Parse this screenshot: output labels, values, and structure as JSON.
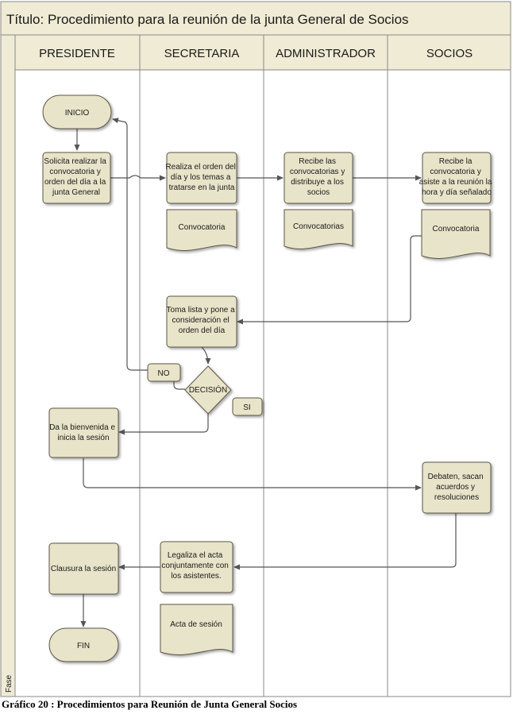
{
  "title": "Título:  Procedimiento para la reunión de la junta General de Socios",
  "phase_label": "Fase",
  "lanes": [
    "PRESIDENTE",
    "SECRETARIA",
    "ADMINISTRADOR",
    "SOCIOS"
  ],
  "nodes": {
    "inicio": "INICIO",
    "solicita": [
      "Solicita realizar la",
      "convocatoria y",
      "orden del día a la",
      "junta  General"
    ],
    "realiza": [
      "Realiza el orden del",
      "día y los temas a",
      "tratarse en la junta"
    ],
    "doc_convocatoria_sec": "Convocatoria",
    "recibe_adm": [
      "Recibe las",
      "convocatorias y",
      "distribuye a los",
      "socios"
    ],
    "doc_convocatorias_adm": "Convocatorias",
    "recibe_socios": [
      "Recibe la",
      "convocatoria y",
      "asiste a la reunión la",
      "hora y día señalado"
    ],
    "doc_convocatoria_socios": "Convocatoria",
    "toma_lista": [
      "Toma lista y pone a",
      "consideración el",
      "orden del día"
    ],
    "decision": "DECISIÓN",
    "no": "NO",
    "si": "SI",
    "bienvenida": [
      "Da la bienvenida e",
      "inicia la sesión"
    ],
    "debaten": [
      "Debaten, sacan",
      "acuerdos y",
      "resoluciones"
    ],
    "legaliza": [
      "Legaliza el acta",
      "conjuntamente con",
      "los asistentes."
    ],
    "clausura": "Clausura la sesión",
    "doc_acta": "Acta de sesión",
    "fin": "FIN"
  },
  "caption": "Gráfico 20 : Procedimientos para Reunión de  Junta General Socios",
  "colors": {
    "header_fill": "#EFEBD4",
    "node_fill": "#E8E4C9",
    "node_stroke": "#5C5646",
    "line": "#555555",
    "border": "#8A8A8A"
  }
}
